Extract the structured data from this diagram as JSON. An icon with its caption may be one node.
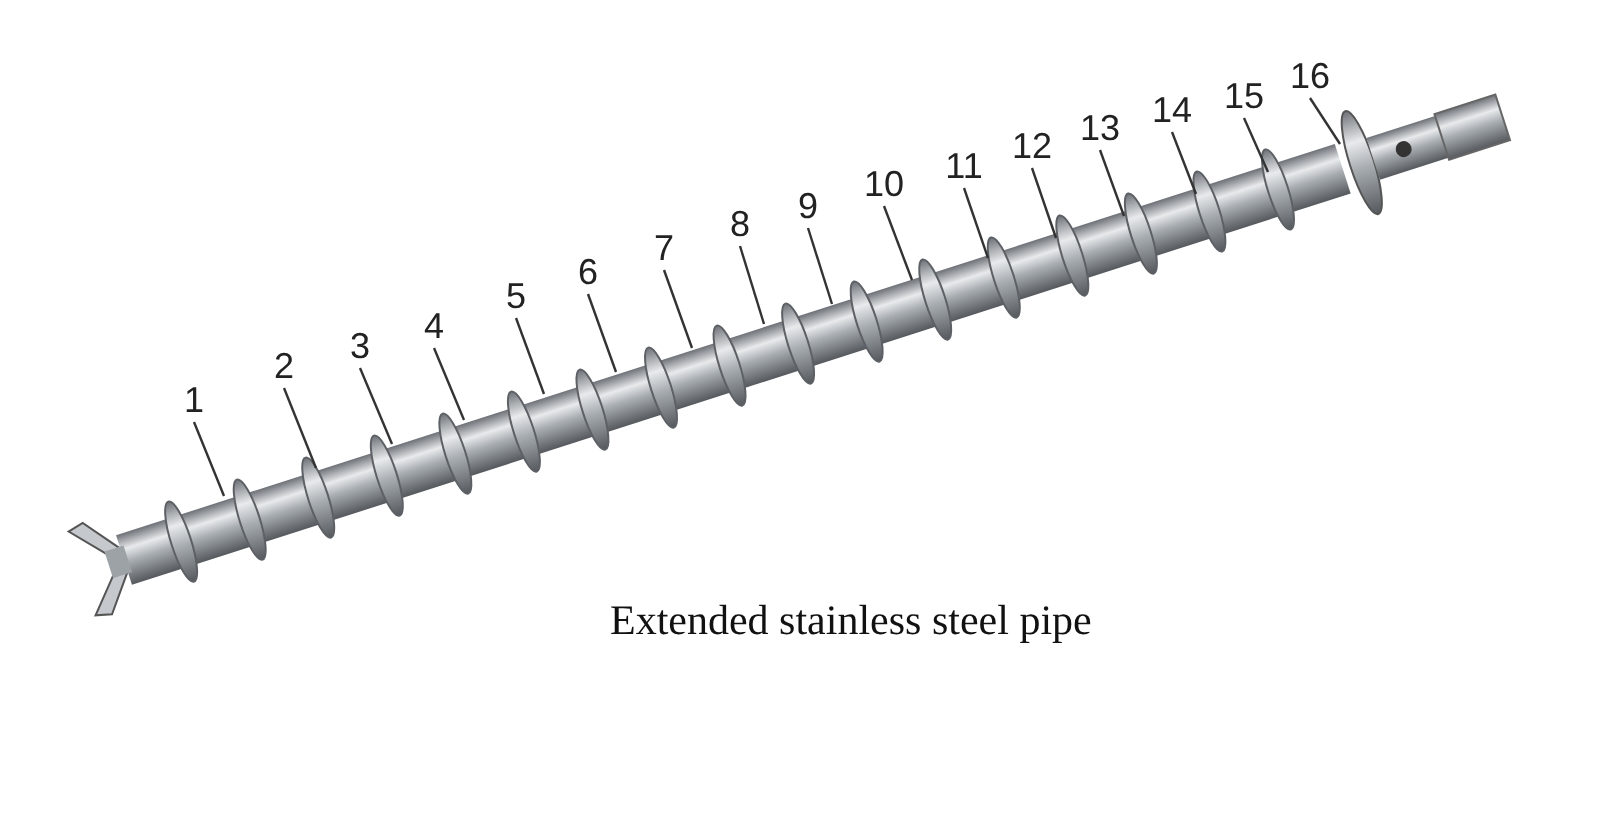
{
  "diagram": {
    "nodes": [
      {
        "text": [
          "1"
        ]
      },
      {
        "text": [
          "2"
        ]
      },
      {
        "text": [
          "3"
        ]
      },
      {
        "text": [
          "4"
        ]
      },
      {
        "text": [
          "5"
        ]
      },
      {
        "text": [
          "6"
        ]
      },
      {
        "text": [
          "7"
        ]
      },
      {
        "text": [
          "8"
        ]
      },
      {
        "text": [
          "9"
        ]
      },
      {
        "text": [
          "10"
        ]
      },
      {
        "text": [
          "11"
        ]
      },
      {
        "text": [
          "12"
        ]
      },
      {
        "text": [
          "13"
        ]
      },
      {
        "text": [
          "14"
        ]
      },
      {
        "text": [
          "15"
        ]
      },
      {
        "text": [
          "16"
        ]
      }
    ],
    "edges": [
      {
        "from": 0,
        "to": null,
        "arrow": "none"
      },
      {
        "from": 1,
        "to": null,
        "arrow": "none"
      },
      {
        "from": 2,
        "to": null,
        "arrow": "none"
      },
      {
        "from": 3,
        "to": null,
        "arrow": "none"
      },
      {
        "from": 4,
        "to": null,
        "arrow": "none"
      },
      {
        "from": 5,
        "to": null,
        "arrow": "none"
      },
      {
        "from": 6,
        "to": null,
        "arrow": "none"
      },
      {
        "from": 7,
        "to": null,
        "arrow": "none"
      },
      {
        "from": 8,
        "to": null,
        "arrow": "none"
      },
      {
        "from": 9,
        "to": null,
        "arrow": "none"
      },
      {
        "from": 10,
        "to": null,
        "arrow": "none"
      },
      {
        "from": 11,
        "to": null,
        "arrow": "none"
      },
      {
        "from": 12,
        "to": null,
        "arrow": "none"
      },
      {
        "from": 13,
        "to": null,
        "arrow": "none"
      },
      {
        "from": 14,
        "to": null,
        "arrow": "none"
      },
      {
        "from": 15,
        "to": null,
        "arrow": "none"
      }
    ],
    "labels": [
      "Extended stainless steel pipe"
    ]
  }
}
